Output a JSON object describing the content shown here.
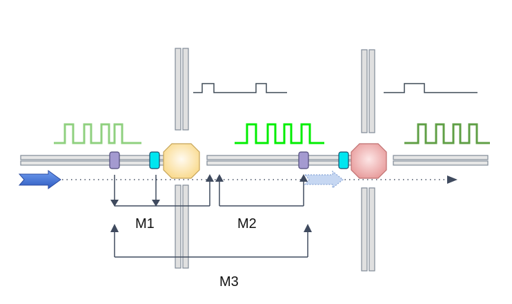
{
  "labels": {
    "m1": "M1",
    "m2": "M2",
    "m3": "M3"
  },
  "colors": {
    "background": "#ffffff",
    "rail": "#7f8a96",
    "rail_fill": "#e6e6e6",
    "pulse_light_green": "#8fd07f",
    "pulse_bright_green": "#00ee00",
    "pulse_dark_green": "#5f9f45",
    "pulse_gray": "#3f4a56",
    "sensor_purple": "#a49ad0",
    "sensor_cyan": "#00e6f0",
    "node_yellow": "#fbe7b4",
    "node_red": "#f1b1b1",
    "arrow_blue": "#3f6fd1",
    "arrow_ghost": "#c6d7f2",
    "connector": "#3f4a5e"
  },
  "icons": {
    "input_arrow": "right-arrow-icon",
    "ghost_arrow": "right-arrow-icon"
  }
}
